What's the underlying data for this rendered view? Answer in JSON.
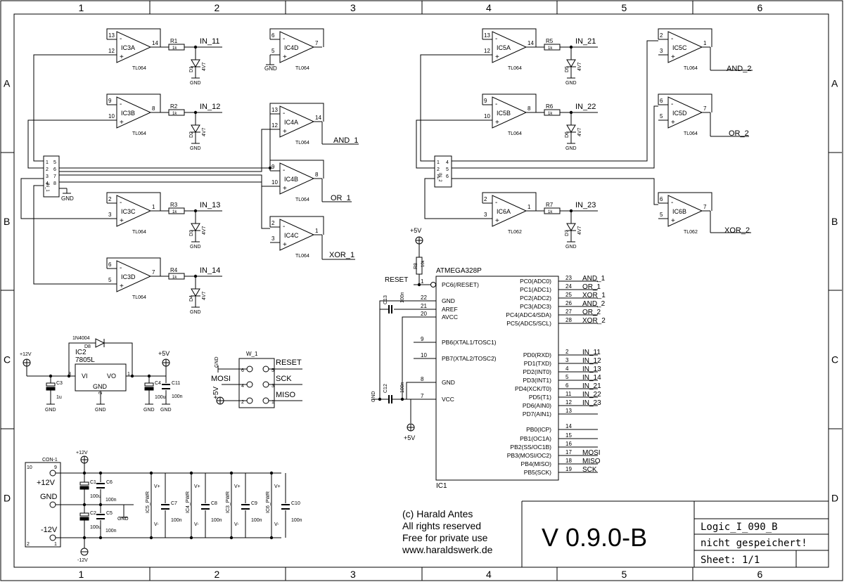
{
  "frame": {
    "cols": [
      "1",
      "2",
      "3",
      "4",
      "5",
      "6"
    ],
    "rows": [
      "A",
      "B",
      "C",
      "D"
    ]
  },
  "opamps": [
    {
      "name": "IC3A",
      "type": "TL064",
      "pin_inv": "13",
      "pin_non": "12",
      "pin_out": "14"
    },
    {
      "name": "IC3B",
      "type": "TL064",
      "pin_inv": "9",
      "pin_non": "10",
      "pin_out": "8"
    },
    {
      "name": "IC3C",
      "type": "TL064",
      "pin_inv": "2",
      "pin_non": "3",
      "pin_out": "1"
    },
    {
      "name": "IC3D",
      "type": "TL064",
      "pin_inv": "6",
      "pin_non": "5",
      "pin_out": "7"
    },
    {
      "name": "IC4D",
      "type": "TL064",
      "pin_inv": "6",
      "pin_non": "5",
      "pin_out": "7"
    },
    {
      "name": "IC4A",
      "type": "TL064",
      "pin_inv": "13",
      "pin_non": "12",
      "pin_out": "14"
    },
    {
      "name": "IC4B",
      "type": "TL064",
      "pin_inv": "9",
      "pin_non": "10",
      "pin_out": "8"
    },
    {
      "name": "IC4C",
      "type": "TL064",
      "pin_inv": "2",
      "pin_non": "3",
      "pin_out": "1"
    },
    {
      "name": "IC5A",
      "type": "TL064",
      "pin_inv": "13",
      "pin_non": "12",
      "pin_out": "14"
    },
    {
      "name": "IC5B",
      "type": "TL064",
      "pin_inv": "9",
      "pin_non": "10",
      "pin_out": "8"
    },
    {
      "name": "IC6A",
      "type": "TL062",
      "pin_inv": "2",
      "pin_non": "3",
      "pin_out": "1"
    },
    {
      "name": "IC5C",
      "type": "TL064",
      "pin_inv": "2",
      "pin_non": "3",
      "pin_out": "1"
    },
    {
      "name": "IC5D",
      "type": "TL064",
      "pin_inv": "6",
      "pin_non": "5",
      "pin_out": "7"
    },
    {
      "name": "IC6B",
      "type": "TL062",
      "pin_inv": "6",
      "pin_non": "5",
      "pin_out": "7"
    }
  ],
  "input_stages": [
    {
      "resistor": "R1",
      "value": "1k",
      "net": "IN_11",
      "diode": "D1",
      "zener": "4V7",
      "gnd": "GND"
    },
    {
      "resistor": "R2",
      "value": "1k",
      "net": "IN_12",
      "diode": "D2",
      "zener": "4V7",
      "gnd": "GND"
    },
    {
      "resistor": "R3",
      "value": "1k",
      "net": "IN_13",
      "diode": "D3",
      "zener": "4V7",
      "gnd": "GND"
    },
    {
      "resistor": "R4",
      "value": "1k",
      "net": "IN_14",
      "diode": "D4",
      "zener": "4V7",
      "gnd": "GND"
    },
    {
      "resistor": "R5",
      "value": "1k",
      "net": "IN_21",
      "diode": "D5",
      "zener": "4V7",
      "gnd": "GND"
    },
    {
      "resistor": "R6",
      "value": "1k",
      "net": "IN_22",
      "diode": "D6",
      "zener": "4V7",
      "gnd": "GND"
    },
    {
      "resistor": "R7",
      "value": "1k",
      "net": "IN_23",
      "diode": "D7",
      "zener": "4V7",
      "gnd": "GND"
    }
  ],
  "logic_outputs": [
    "AND_1",
    "OR_1",
    "XOR_1",
    "AND_2",
    "OR_2",
    "XOR_2"
  ],
  "connectors": {
    "left": {
      "name": "IN_1",
      "pins": [
        "1",
        "5",
        "2",
        "6",
        "3",
        "7",
        "4",
        "8"
      ],
      "gnd": "GND"
    },
    "right": {
      "name": "IN_2",
      "pins": [
        "1",
        "4",
        "2",
        "5",
        "3",
        "6"
      ]
    },
    "isp": {
      "name": "W_1",
      "pins": [
        "6",
        "5",
        "4",
        "3",
        "2",
        "1"
      ],
      "labels": [
        "RESET",
        "SCK",
        "MISO",
        "MOSI",
        "GND",
        "+5V"
      ]
    },
    "power": {
      "name": "CON-1",
      "pins": [
        "10",
        "9",
        "2",
        "1"
      ],
      "labels": [
        "+12V",
        "GND",
        "-12V"
      ]
    }
  },
  "mcu": {
    "name": "ATMEGA328P",
    "ref": "IC1",
    "left_pins": [
      {
        "num": "1",
        "label": "PC6(/RESET)"
      },
      {
        "num": "22",
        "label": "GND"
      },
      {
        "num": "21",
        "label": "AREF"
      },
      {
        "num": "20",
        "label": "AVCC"
      },
      {
        "num": "9",
        "label": "PB6(XTAL1/TOSC1)"
      },
      {
        "num": "10",
        "label": "PB7(XTAL2/TOSC2)"
      },
      {
        "num": "8",
        "label": "GND"
      },
      {
        "num": "7",
        "label": "VCC"
      }
    ],
    "right_pins": [
      {
        "num": "23",
        "label": "PC0(ADC0)",
        "net": "AND_1"
      },
      {
        "num": "24",
        "label": "PC1(ADC1)",
        "net": "OR_1"
      },
      {
        "num": "25",
        "label": "PC2(ADC2)",
        "net": "XOR_1"
      },
      {
        "num": "26",
        "label": "PC3(ADC3)",
        "net": "AND_2"
      },
      {
        "num": "27",
        "label": "PC4(ADC4/SDA)",
        "net": "OR_2"
      },
      {
        "num": "28",
        "label": "PC5(ADC5/SCL)",
        "net": "XOR_2"
      },
      {
        "num": "2",
        "label": "PD0(RXD)",
        "net": "IN_11"
      },
      {
        "num": "3",
        "label": "PD1(TXD)",
        "net": "IN_12"
      },
      {
        "num": "4",
        "label": "PD2(INT0)",
        "net": "IN_13"
      },
      {
        "num": "5",
        "label": "PD3(INT1)",
        "net": "IN_14"
      },
      {
        "num": "6",
        "label": "PD4(XCK/T0)",
        "net": "IN_21"
      },
      {
        "num": "11",
        "label": "PD5(T1)",
        "net": "IN_22"
      },
      {
        "num": "12",
        "label": "PD6(AIN0)",
        "net": "IN_23"
      },
      {
        "num": "13",
        "label": "PD7(AIN1)",
        "net": ""
      },
      {
        "num": "14",
        "label": "PB0(ICP)",
        "net": ""
      },
      {
        "num": "15",
        "label": "PB1(OC1A)",
        "net": ""
      },
      {
        "num": "16",
        "label": "PB2(SS/OC1B)",
        "net": ""
      },
      {
        "num": "17",
        "label": "PB3(MOSI/OC2)",
        "net": "MOSI"
      },
      {
        "num": "18",
        "label": "PB4(MISO)",
        "net": "MISO"
      },
      {
        "num": "19",
        "label": "PB5(SCK)",
        "net": "SCK"
      }
    ],
    "reset_label": "RESET",
    "pullup": "R8",
    "pullup_value": "10k",
    "vcc": "+5V",
    "c13": "C13",
    "c13_val": "100n",
    "c12": "C12",
    "c12_val": "100n",
    "gnd": "GND"
  },
  "regulator": {
    "diode": "1N4004",
    "diode_ref": "D8",
    "name": "IC2",
    "type": "7805L",
    "vi": "VI",
    "vo": "VO",
    "gnd": "GND",
    "pin_in": "3",
    "pin_out": "1",
    "pin_gnd": "2",
    "vin": "+12V",
    "vout": "+5V",
    "c3": "C3",
    "c3_val": "1u",
    "c4": "C4",
    "c4_val": "100u",
    "c11": "C11",
    "c11_val": "100n"
  },
  "power_section": {
    "p12": "+12V",
    "m12": "-12V",
    "gnd": "GND",
    "c1": "C1",
    "c1_val": "100u",
    "c2": "C2",
    "c2_val": "100u",
    "c5": "C5",
    "c5_val": "100n",
    "c6": "C6",
    "c6_val": "100n",
    "pwr": [
      {
        "name": "IC5_PWR",
        "cap": "C7",
        "val": "100n"
      },
      {
        "name": "IC4_PWR",
        "cap": "C8",
        "val": "100n"
      },
      {
        "name": "IC3_PWR",
        "cap": "C9",
        "val": "100n"
      },
      {
        "name": "IC6_PWR",
        "cap": "C10",
        "val": "100n"
      }
    ],
    "vplus": "V+",
    "vminus": "V-"
  },
  "credits": [
    "(c) Harald Antes",
    "All rights reserved",
    "Free for private use",
    "www.haraldswerk.de"
  ],
  "title_block": {
    "version": "V 0.9.0-B",
    "name": "Logic_I_090_B",
    "status": "nicht gespeichert!",
    "sheet": "Sheet: 1/1"
  }
}
